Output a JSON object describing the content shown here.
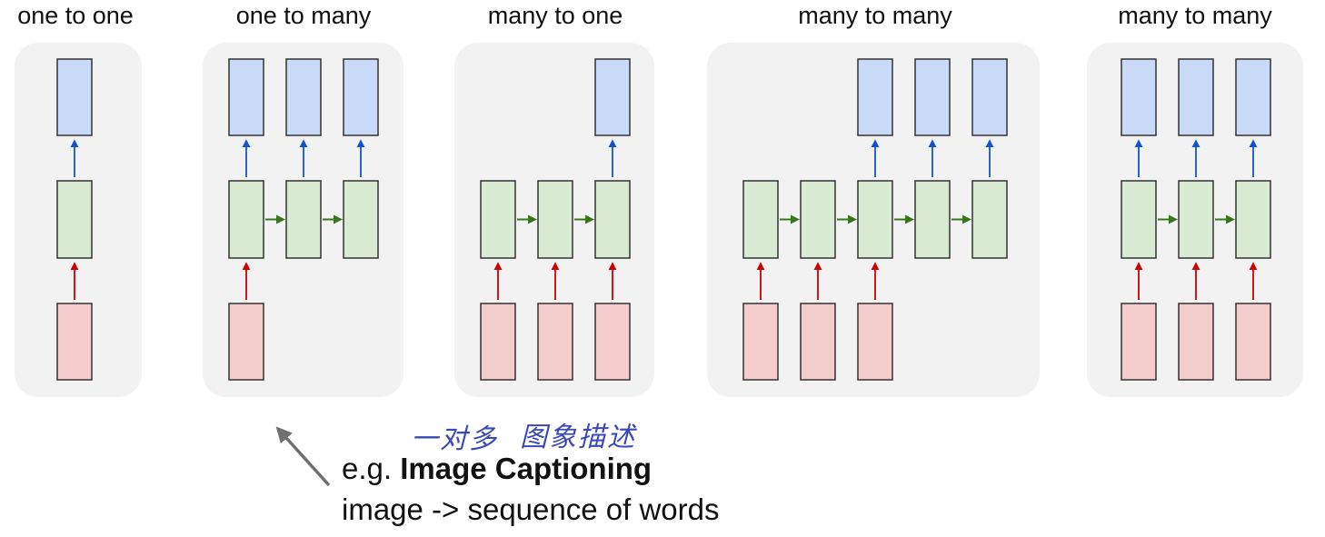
{
  "panels": [
    {
      "title": "one to one",
      "inputs": [
        true
      ],
      "hiddens": 1,
      "outputs": [
        true
      ]
    },
    {
      "title": "one to many",
      "inputs": [
        true,
        false,
        false
      ],
      "hiddens": 3,
      "outputs": [
        true,
        true,
        true
      ]
    },
    {
      "title": "many to one",
      "inputs": [
        true,
        true,
        true
      ],
      "hiddens": 3,
      "outputs": [
        false,
        false,
        true
      ]
    },
    {
      "title": "many to many",
      "inputs": [
        true,
        true,
        true,
        false,
        false
      ],
      "hiddens": 5,
      "outputs": [
        false,
        false,
        true,
        true,
        true
      ]
    },
    {
      "title": "many to many",
      "inputs": [
        true,
        true,
        true
      ],
      "hiddens": 3,
      "outputs": [
        true,
        true,
        true
      ]
    }
  ],
  "colors": {
    "panel_bg": "#f2f2f2",
    "output_fill": "#c9daf8",
    "hidden_fill": "#d9ead3",
    "input_fill": "#f4cccc",
    "box_stroke": "#333333",
    "output_arrow": "#1155cc",
    "input_arrow": "#cc0000",
    "recurrent_arrow": "#38761d",
    "pointer_arrow": "#707070",
    "handwriting": "#3a49b8"
  },
  "caption": {
    "prefix": "e.g. ",
    "bold": "Image Captioning",
    "line2": "image -> sequence of words"
  },
  "handwritten_note": {
    "left": "一对多",
    "right": "图象描述"
  }
}
